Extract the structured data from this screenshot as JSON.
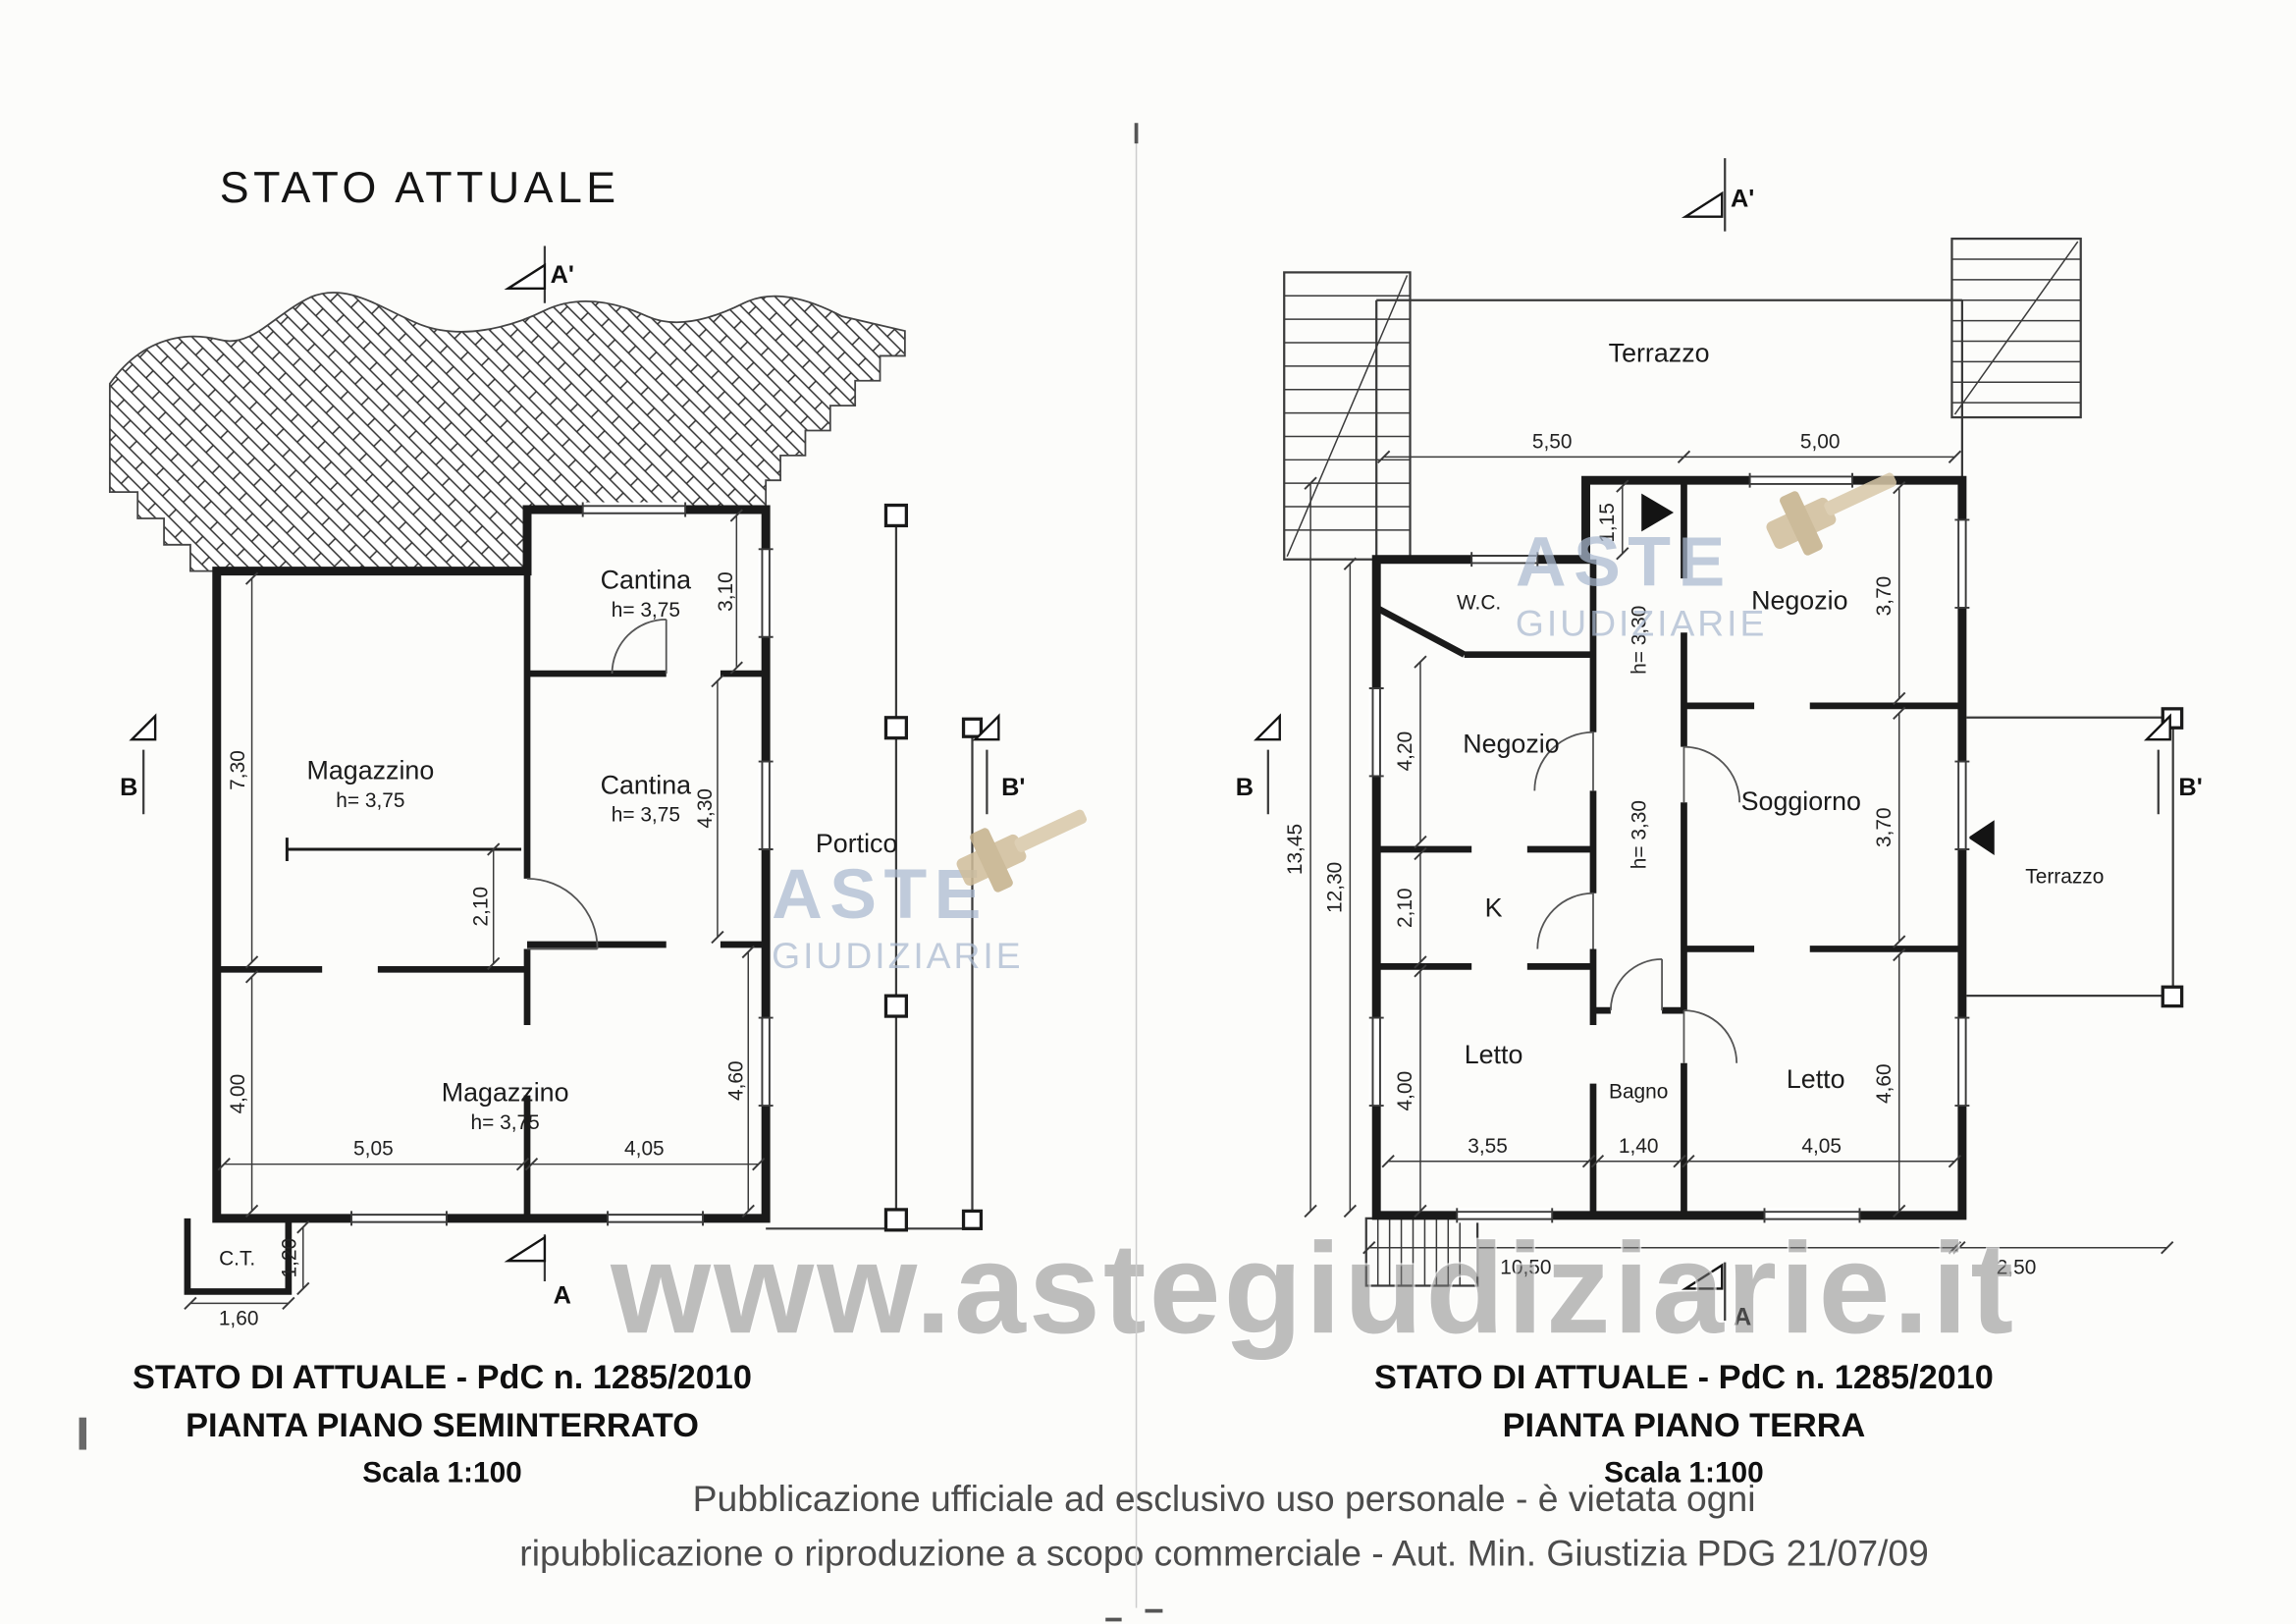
{
  "page": {
    "title": "STATO ATTUALE",
    "watermark_url": "www.astegiudiziarie.it",
    "brand": {
      "name": "ASTE",
      "subname": "GIUDIZIARIE"
    },
    "footer": {
      "line1": "Pubblicazione ufficiale ad esclusivo uso personale - è vietata ogni",
      "line2": "ripubblicazione o riproduzione a scopo commerciale - Aut. Min. Giustizia PDG 21/07/09"
    }
  },
  "seminterrato": {
    "caption": {
      "line1": "STATO DI ATTUALE - PdC n. 1285/2010",
      "line2": "PIANTA PIANO SEMINTERRATO",
      "line3": "Scala 1:100"
    },
    "rooms": {
      "cantina_top": {
        "name": "Cantina",
        "h": "h= 3,75"
      },
      "magazzino_left": {
        "name": "Magazzino",
        "h": "h= 3,75"
      },
      "cantina_mid": {
        "name": "Cantina",
        "h": "h= 3,75"
      },
      "magazzino_bottom": {
        "name": "Magazzino",
        "h": "h= 3,75"
      },
      "portico": {
        "name": "Portico"
      },
      "ct": {
        "name": "C.T."
      }
    },
    "dims": {
      "d310": "3,10",
      "d730": "7,30",
      "d430": "4,30",
      "d210": "2,10",
      "d400": "4,00",
      "d460": "4,60",
      "d505": "5,05",
      "d405": "4,05",
      "d120": "1,20",
      "d160": "1,60"
    },
    "sections": {
      "a_top": "A'",
      "a_bottom": "A",
      "b_left": "B",
      "b_right": "B'"
    }
  },
  "terra": {
    "caption": {
      "line1": "STATO DI ATTUALE - PdC n. 1285/2010",
      "line2": "PIANTA PIANO TERRA",
      "line3": "Scala 1:100"
    },
    "rooms": {
      "terrazzo_top": "Terrazzo",
      "wc": "W.C.",
      "negozio_top": "Negozio",
      "negozio_left": "Negozio",
      "soggiorno": "Soggiorno",
      "cucina": "K",
      "letto_left": "Letto",
      "bagno": "Bagno",
      "letto_right": "Letto",
      "terrazzo_right": "Terrazzo"
    },
    "heights": {
      "hall_top": "h= 3,30",
      "hall_mid": "h= 3,30"
    },
    "dims": {
      "d550": "5,50",
      "d500": "5,00",
      "d115": "1,15",
      "d370a": "3,70",
      "d420": "4,20",
      "d1345": "13,45",
      "d1230": "12,30",
      "d370b": "3,70",
      "d210": "2,10",
      "d400": "4,00",
      "d460": "4,60",
      "d355": "3,55",
      "d140": "1,40",
      "d405": "4,05",
      "d1050": "10,50",
      "d250": "2,50"
    },
    "sections": {
      "a_top": "A'",
      "a_bottom": "A",
      "b_left": "B",
      "b_right": "B'"
    }
  }
}
